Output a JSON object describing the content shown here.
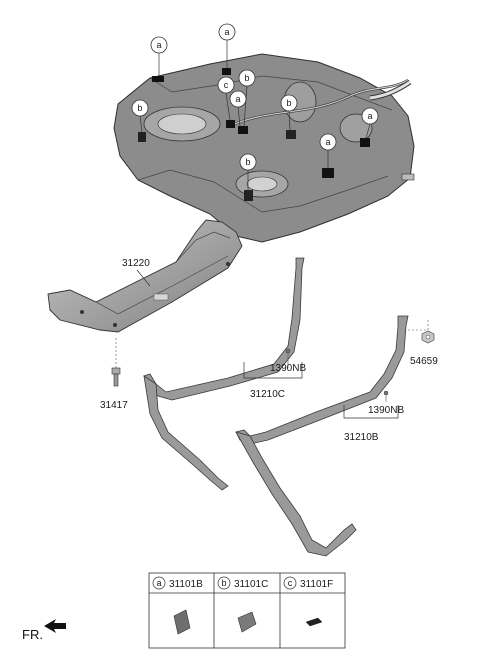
{
  "diagram": {
    "callouts": {
      "a": "a",
      "b": "b",
      "c": "c"
    },
    "parts": {
      "carrier": "31220",
      "bolt": "31417",
      "strap_c": "31210C",
      "strap_b": "31210B",
      "screw_c": "1390NB",
      "screw_b": "1390NB",
      "nut": "54659"
    },
    "legend": [
      {
        "key": "a",
        "part": "31101B"
      },
      {
        "key": "b",
        "part": "31101C"
      },
      {
        "key": "c",
        "part": "31101F"
      }
    ],
    "direction_label": "FR."
  }
}
